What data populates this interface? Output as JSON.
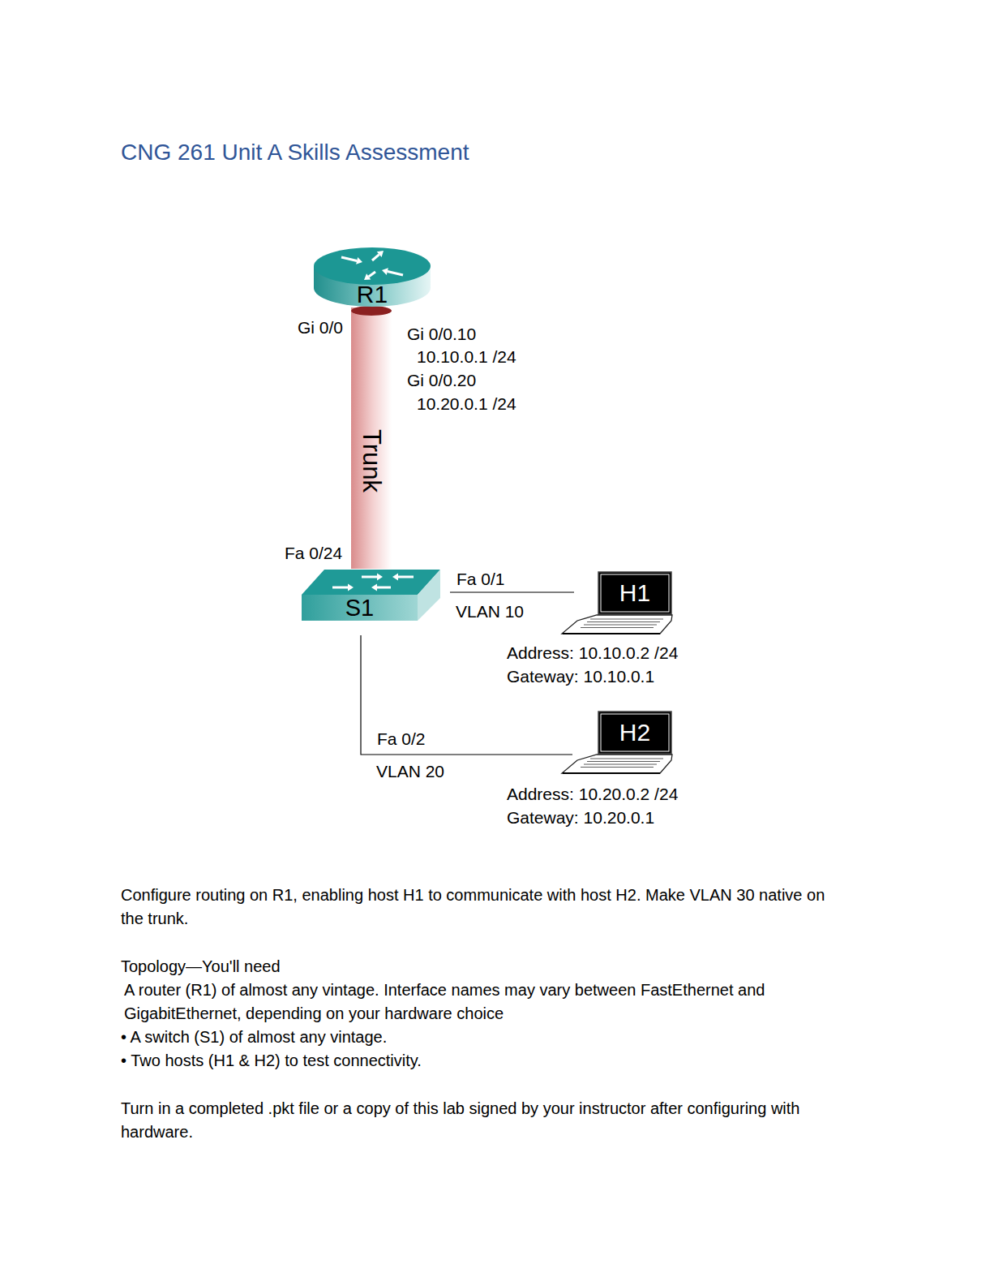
{
  "diagram": {
    "title": "CNG 261 Unit A Skills Assessment",
    "nodes": [
      {
        "text": [
          "R1"
        ]
      },
      {
        "text": [
          "S1"
        ]
      },
      {
        "text": [
          "H1"
        ]
      },
      {
        "text": [
          "H2"
        ]
      }
    ],
    "edges": [
      {
        "from": 0,
        "to": 1,
        "arrow": "none",
        "label": "Trunk"
      },
      {
        "from": 1,
        "to": 2,
        "arrow": "none"
      },
      {
        "from": 1,
        "to": 3,
        "arrow": "none"
      }
    ],
    "labels": [
      "Gi 0/0",
      "Gi 0/0.10",
      "10.10.0.1 /24",
      "Gi 0/0.20",
      "10.20.0.1 /24",
      "Fa 0/24",
      "Fa 0/1",
      "VLAN 10",
      "Address: 10.10.0.2 /24",
      "Gateway: 10.10.0.1",
      "Fa 0/2",
      "VLAN 20",
      "Address: 10.20.0.2 /24",
      "Gateway: 10.20.0.1",
      "Configure routing on R1, enabling host H1 to communicate with host H2. Make VLAN 30 native on the trunk.",
      "Topology—You'll need",
      "A router (R1) of almost any vintage. Interface names may vary between FastEthernet and GigabitEthernet, depending on your hardware choice",
      "• A switch (S1) of almost any vintage.",
      "• Two hosts (H1 & H2) to test connectivity.",
      "Turn in a completed .pkt file or a copy of this lab signed by your instructor after configuring with hardware."
    ]
  }
}
